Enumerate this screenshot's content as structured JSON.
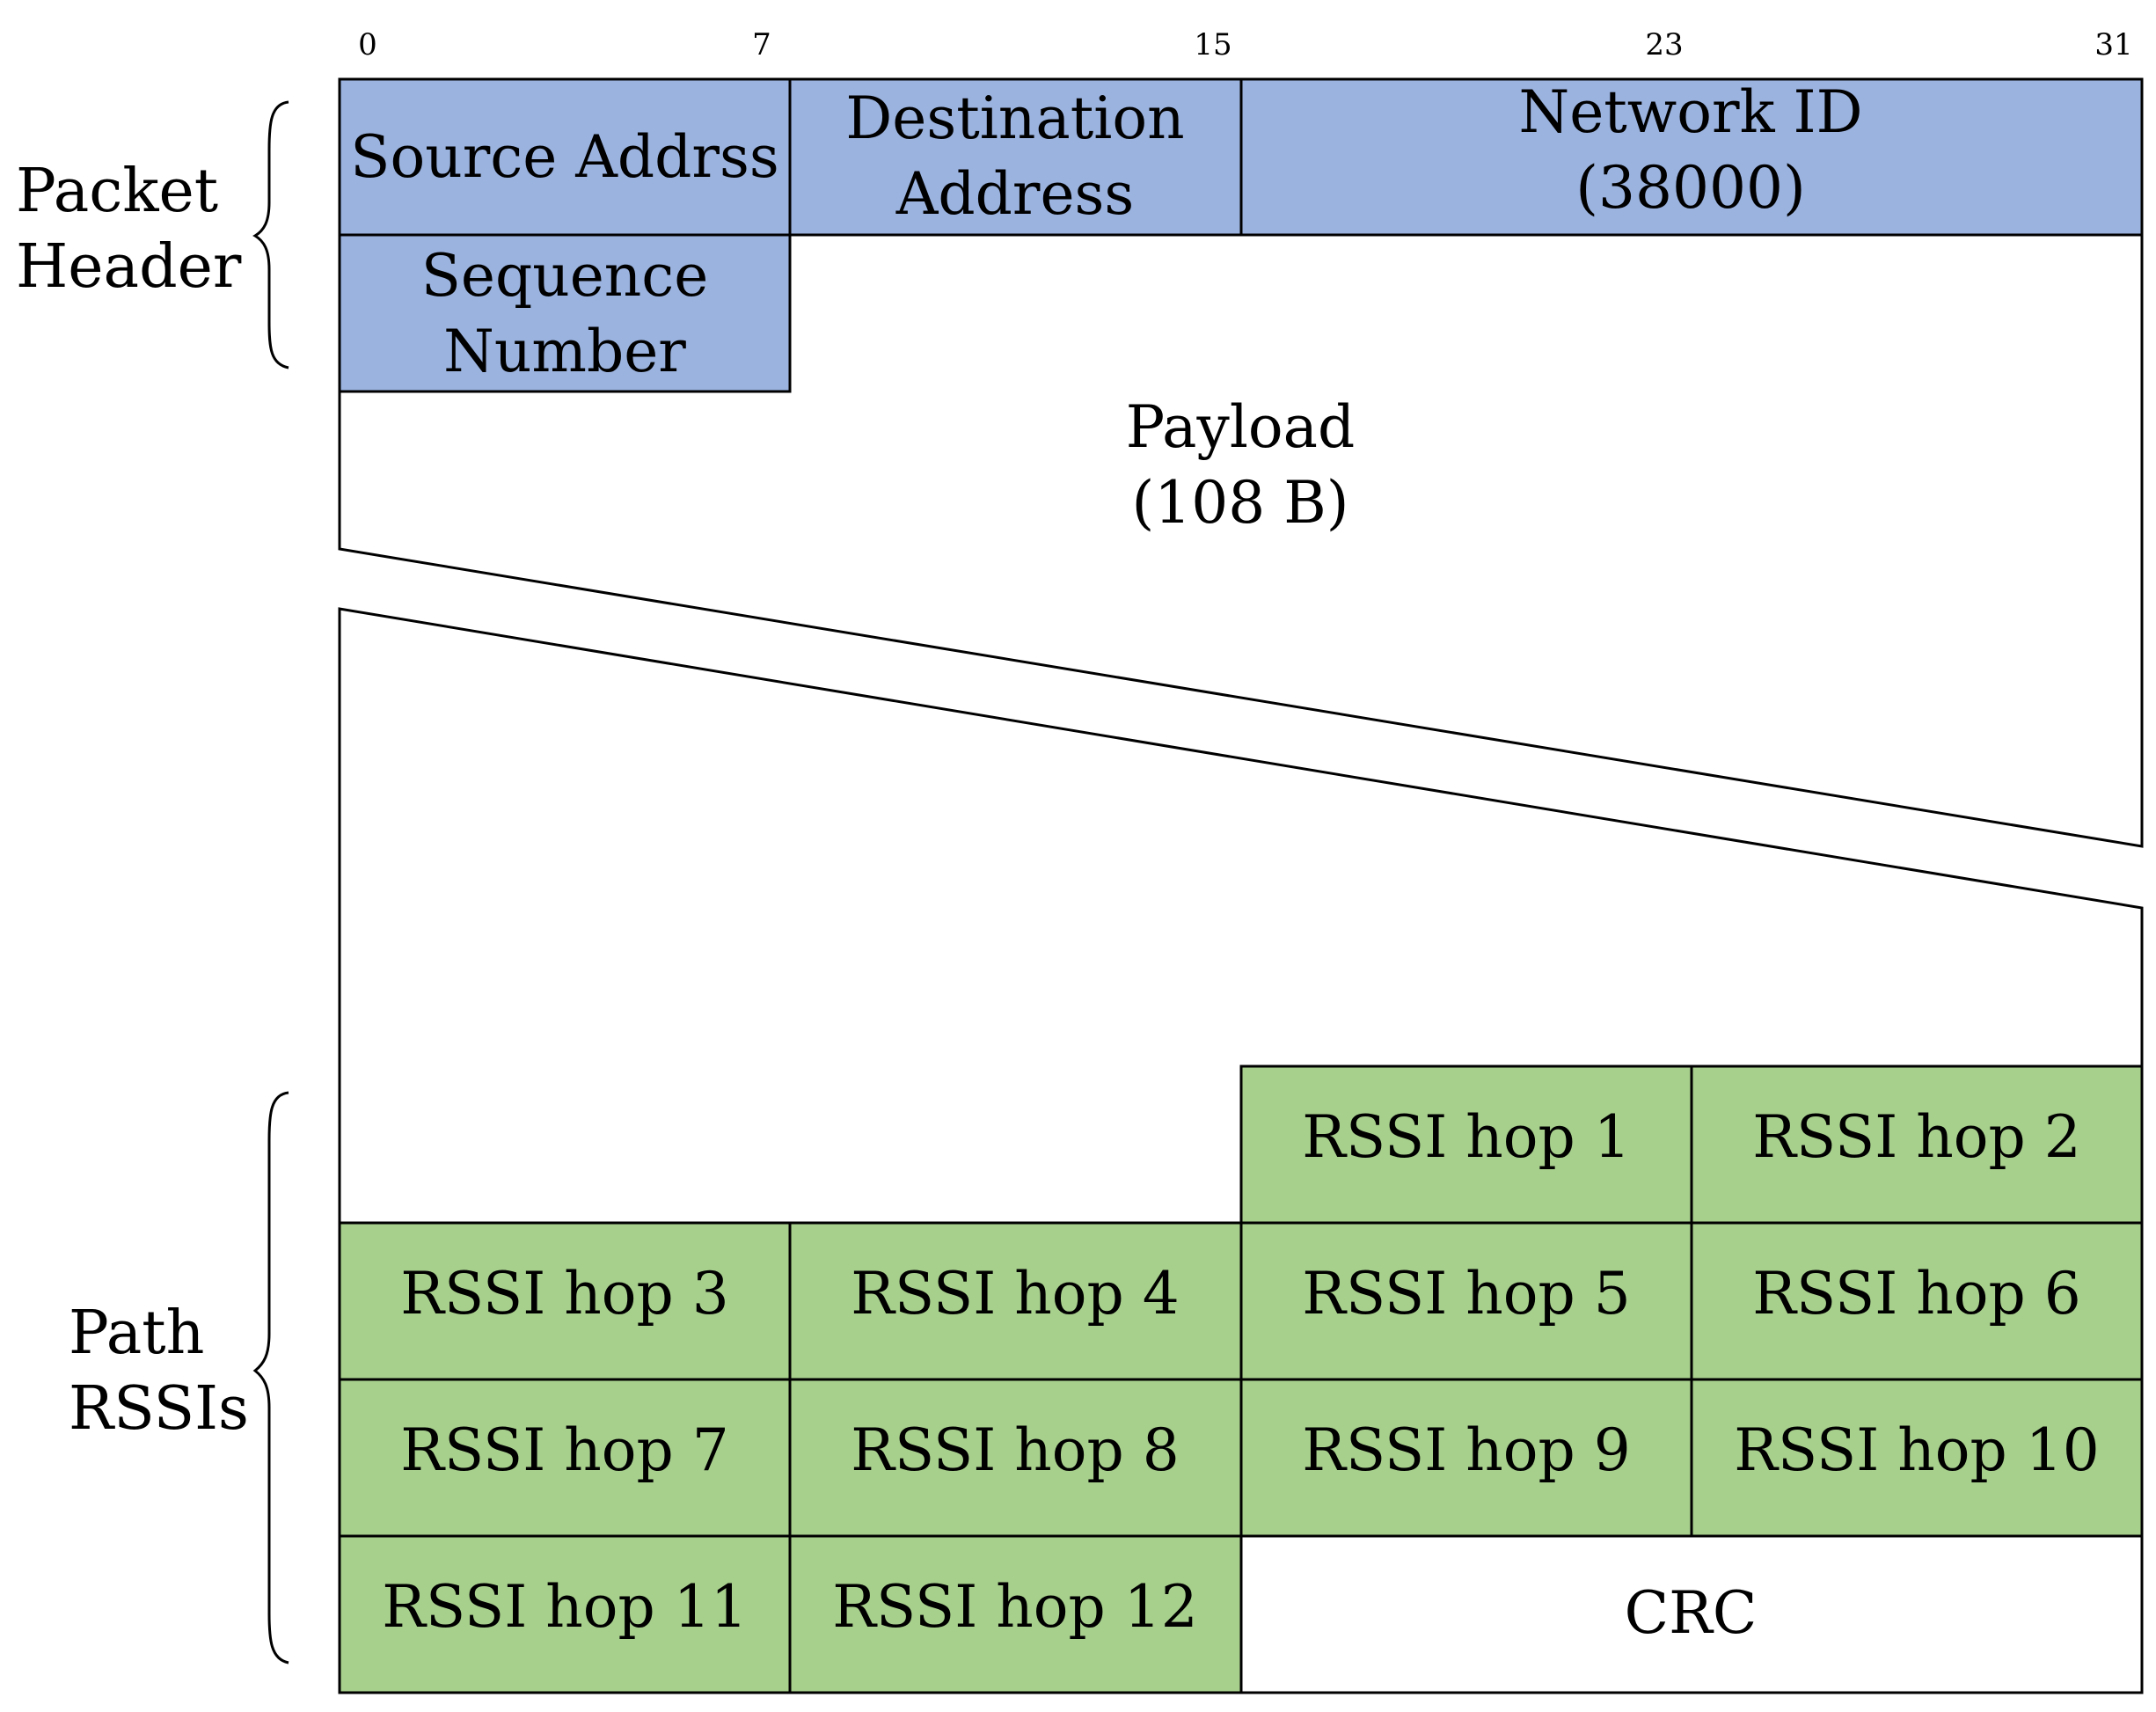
{
  "bit_ticks": [
    "0",
    "7",
    "15",
    "23",
    "31"
  ],
  "groups": {
    "header": [
      "Packet",
      "Header"
    ],
    "rssis": [
      "Path",
      "RSSIs"
    ]
  },
  "colors": {
    "header_fill": "#9bb3df",
    "rssi_fill": "#a8d08d",
    "line": "#000000"
  },
  "fields": {
    "source": [
      "Source Addrss"
    ],
    "destination": [
      "Destination",
      "Address"
    ],
    "network_id": [
      "Network ID",
      "(38000)"
    ],
    "sequence": [
      "Sequence",
      "Number"
    ],
    "payload": [
      "Payload",
      "(108 B)"
    ],
    "crc": [
      "CRC"
    ]
  },
  "rssi_hops": [
    "RSSI hop 1",
    "RSSI hop 2",
    "RSSI hop 3",
    "RSSI hop 4",
    "RSSI hop 5",
    "RSSI hop 6",
    "RSSI hop 7",
    "RSSI hop 8",
    "RSSI hop 9",
    "RSSI hop 10",
    "RSSI hop 11",
    "RSSI hop 12"
  ]
}
